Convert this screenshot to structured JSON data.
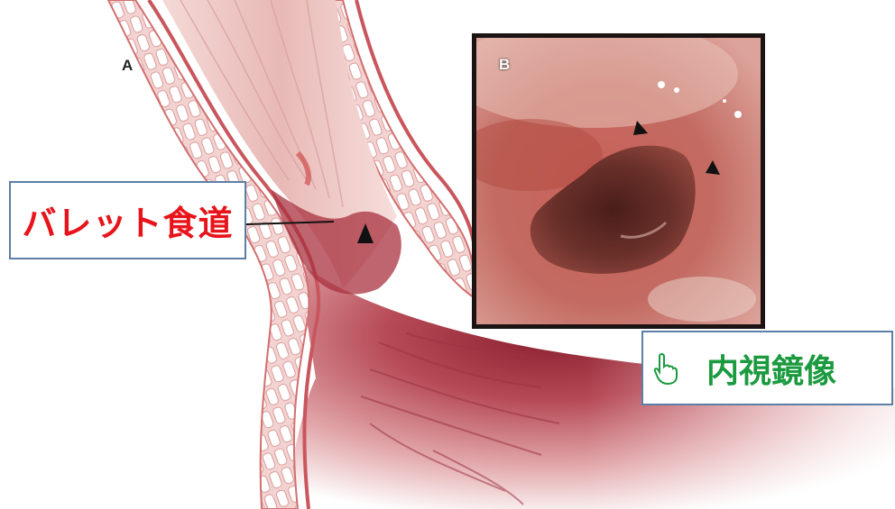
{
  "panels": {
    "a_label": "A",
    "b_label": "B"
  },
  "labels": {
    "barrett": "バレット食道",
    "endoscopy": "内視鏡像"
  },
  "icons": {
    "pointer": "pointing-hand-icon",
    "arrowheads": "arrowhead-icon"
  },
  "colors": {
    "barrett_text": "#e8141b",
    "endoscopy_text": "#1b9a3f",
    "box_border": "#5b7fa6",
    "tissue": "#c8555a",
    "mucosa": "#b24a40"
  }
}
